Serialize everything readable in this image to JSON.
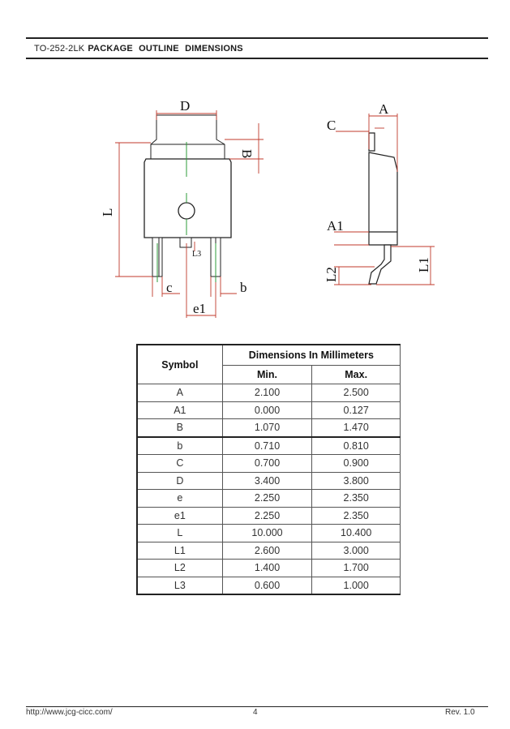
{
  "header": {
    "package": "TO-252-2LK",
    "title": "PACKAGE OUTLINE DIMENSIONS"
  },
  "drawing_labels": {
    "D": "D",
    "B": "B",
    "L": "L",
    "L3": "L3",
    "c": "c",
    "b": "b",
    "e1": "e1",
    "A": "A",
    "C": "C",
    "A1": "A1",
    "L1": "L1",
    "L2": "L2"
  },
  "table": {
    "symbol_header": "Symbol",
    "dimensions_header": "Dimensions In Millimeters",
    "min_header": "Min.",
    "max_header": "Max.",
    "rows": [
      {
        "symbol": "A",
        "min": "2.100",
        "max": "2.500"
      },
      {
        "symbol": "A1",
        "min": "0.000",
        "max": "0.127"
      },
      {
        "symbol": "B",
        "min": "1.070",
        "max": "1.470"
      },
      {
        "symbol": "b",
        "min": "0.710",
        "max": "0.810"
      },
      {
        "symbol": "C",
        "min": "0.700",
        "max": "0.900"
      },
      {
        "symbol": "D",
        "min": "3.400",
        "max": "3.800"
      },
      {
        "symbol": "e",
        "min": "2.250",
        "max": "2.350"
      },
      {
        "symbol": "e1",
        "min": "2.250",
        "max": "2.350"
      },
      {
        "symbol": "L",
        "min": "10.000",
        "max": "10.400"
      },
      {
        "symbol": "L1",
        "min": "2.600",
        "max": "3.000"
      },
      {
        "symbol": "L2",
        "min": "1.400",
        "max": "1.700"
      },
      {
        "symbol": "L3",
        "min": "0.600",
        "max": "1.000"
      }
    ]
  },
  "footer": {
    "url": "http://www.jcg-cicc.com/",
    "page": "4",
    "rev": "Rev.   1.0"
  }
}
